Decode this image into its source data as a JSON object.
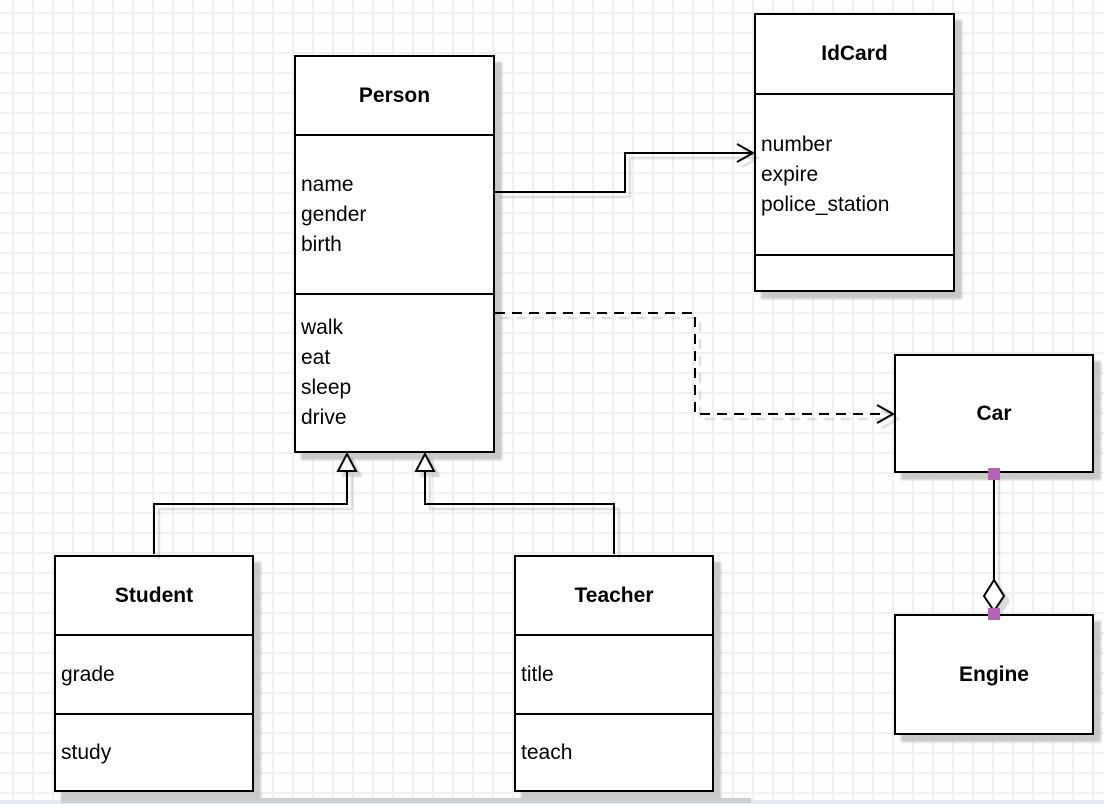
{
  "diagram": {
    "classes": [
      {
        "name": "Person",
        "attributes": [
          "name",
          "gender",
          "birth"
        ],
        "methods": [
          "walk",
          "eat",
          "sleep",
          "drive"
        ]
      },
      {
        "name": "IdCard",
        "attributes": [
          "number",
          "expire",
          "police_station"
        ],
        "methods": []
      },
      {
        "name": "Car",
        "attributes": [],
        "methods": []
      },
      {
        "name": "Engine",
        "attributes": [],
        "methods": []
      },
      {
        "name": "Student",
        "attributes": [
          "grade"
        ],
        "methods": [
          "study"
        ]
      },
      {
        "name": "Teacher",
        "attributes": [
          "title"
        ],
        "methods": [
          "teach"
        ]
      }
    ],
    "relationships": [
      {
        "from": "Person",
        "to": "IdCard",
        "type": "association",
        "line_style": "solid",
        "arrowhead": "open"
      },
      {
        "from": "Person",
        "to": "Car",
        "type": "dependency",
        "line_style": "dashed",
        "arrowhead": "open"
      },
      {
        "from": "Student",
        "to": "Person",
        "type": "generalization",
        "line_style": "solid",
        "arrowhead": "hollow-triangle"
      },
      {
        "from": "Teacher",
        "to": "Person",
        "type": "generalization",
        "line_style": "solid",
        "arrowhead": "hollow-triangle"
      },
      {
        "from": "Car",
        "to": "Engine",
        "type": "aggregation",
        "line_style": "solid",
        "arrowhead": "hollow-diamond",
        "endpoint_handles_visible": true
      }
    ],
    "colors": {
      "selection_handle": "#b565b5",
      "node_fill": "#ffffff",
      "stroke": "#000000",
      "grid_line": "#f0f0f3",
      "canvas_bg": "#fdfdfd",
      "shadow": "#c9c9c9"
    }
  }
}
